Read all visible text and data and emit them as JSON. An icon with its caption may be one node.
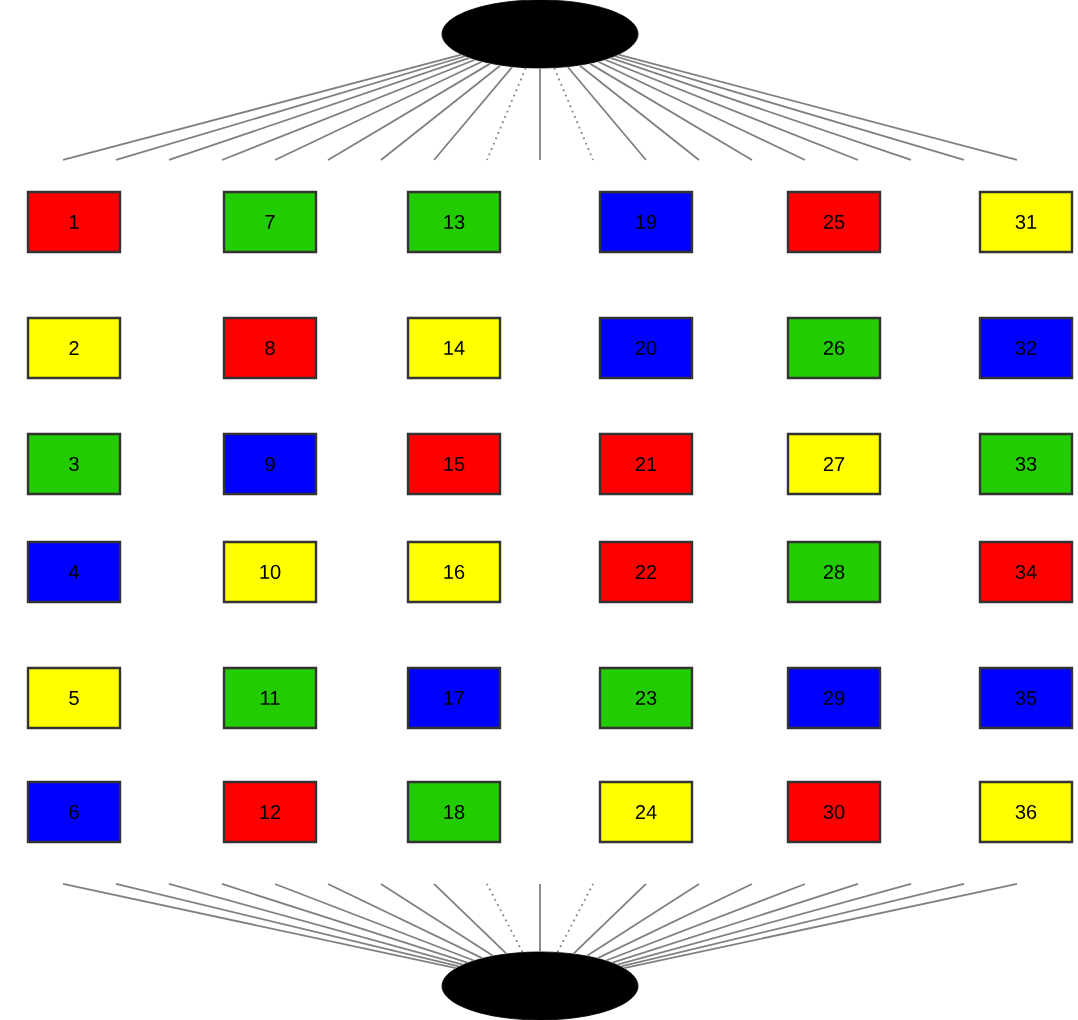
{
  "diagram": {
    "nodes": [
      {
        "text": [],
        "shape": "ellipse"
      },
      {
        "text": [
          "1"
        ]
      },
      {
        "text": [
          "2"
        ]
      },
      {
        "text": [
          "3"
        ]
      },
      {
        "text": [
          "4"
        ]
      },
      {
        "text": [
          "5"
        ]
      },
      {
        "text": [
          "6"
        ]
      },
      {
        "text": [
          "7"
        ]
      },
      {
        "text": [
          "8"
        ]
      },
      {
        "text": [
          "9"
        ]
      },
      {
        "text": [
          "10"
        ]
      },
      {
        "text": [
          "11"
        ]
      },
      {
        "text": [
          "12"
        ]
      },
      {
        "text": [
          "13"
        ]
      },
      {
        "text": [
          "14"
        ]
      },
      {
        "text": [
          "15"
        ]
      },
      {
        "text": [
          "16"
        ]
      },
      {
        "text": [
          "17"
        ]
      },
      {
        "text": [
          "18"
        ]
      },
      {
        "text": [
          "19"
        ]
      },
      {
        "text": [
          "20"
        ]
      },
      {
        "text": [
          "21"
        ]
      },
      {
        "text": [
          "22"
        ]
      },
      {
        "text": [
          "23"
        ]
      },
      {
        "text": [
          "24"
        ]
      },
      {
        "text": [
          "25"
        ]
      },
      {
        "text": [
          "26"
        ]
      },
      {
        "text": [
          "27"
        ]
      },
      {
        "text": [
          "28"
        ]
      },
      {
        "text": [
          "29"
        ]
      },
      {
        "text": [
          "30"
        ]
      },
      {
        "text": [
          "31"
        ]
      },
      {
        "text": [
          "32"
        ]
      },
      {
        "text": [
          "33"
        ]
      },
      {
        "text": [
          "34"
        ]
      },
      {
        "text": [
          "35"
        ]
      },
      {
        "text": [
          "36"
        ]
      },
      {
        "text": [],
        "shape": "ellipse"
      }
    ],
    "edges": [
      {
        "from": 0,
        "to": null,
        "arrow": "none"
      },
      {
        "from": 0,
        "to": null,
        "arrow": "none"
      },
      {
        "from": 0,
        "to": null,
        "arrow": "none"
      },
      {
        "from": 0,
        "to": null,
        "arrow": "none"
      },
      {
        "from": 0,
        "to": null,
        "arrow": "none"
      },
      {
        "from": 0,
        "to": null,
        "arrow": "none"
      },
      {
        "from": 0,
        "to": null,
        "arrow": "none"
      },
      {
        "from": 0,
        "to": null,
        "arrow": "none"
      },
      {
        "from": 0,
        "to": null,
        "arrow": "none",
        "style": "dashed"
      },
      {
        "from": 0,
        "to": null,
        "arrow": "none"
      },
      {
        "from": 0,
        "to": null,
        "arrow": "none",
        "style": "dashed"
      },
      {
        "from": 0,
        "to": null,
        "arrow": "none"
      },
      {
        "from": 0,
        "to": null,
        "arrow": "none"
      },
      {
        "from": 0,
        "to": null,
        "arrow": "none"
      },
      {
        "from": 0,
        "to": null,
        "arrow": "none"
      },
      {
        "from": 0,
        "to": null,
        "arrow": "none"
      },
      {
        "from": 0,
        "to": null,
        "arrow": "none"
      },
      {
        "from": 0,
        "to": null,
        "arrow": "none"
      },
      {
        "from": 0,
        "to": null,
        "arrow": "none"
      },
      {
        "from": 37,
        "to": null,
        "arrow": "none"
      },
      {
        "from": 37,
        "to": null,
        "arrow": "none"
      },
      {
        "from": 37,
        "to": null,
        "arrow": "none"
      },
      {
        "from": 37,
        "to": null,
        "arrow": "none"
      },
      {
        "from": 37,
        "to": null,
        "arrow": "none"
      },
      {
        "from": 37,
        "to": null,
        "arrow": "none"
      },
      {
        "from": 37,
        "to": null,
        "arrow": "none"
      },
      {
        "from": 37,
        "to": null,
        "arrow": "none"
      },
      {
        "from": 37,
        "to": null,
        "arrow": "none",
        "style": "dashed"
      },
      {
        "from": 37,
        "to": null,
        "arrow": "none"
      },
      {
        "from": 37,
        "to": null,
        "arrow": "none",
        "style": "dashed"
      },
      {
        "from": 37,
        "to": null,
        "arrow": "none"
      },
      {
        "from": 37,
        "to": null,
        "arrow": "none"
      },
      {
        "from": 37,
        "to": null,
        "arrow": "none"
      },
      {
        "from": 37,
        "to": null,
        "arrow": "none"
      },
      {
        "from": 37,
        "to": null,
        "arrow": "none"
      },
      {
        "from": 37,
        "to": null,
        "arrow": "none"
      },
      {
        "from": 37,
        "to": null,
        "arrow": "none"
      },
      {
        "from": 37,
        "to": null,
        "arrow": "none"
      }
    ]
  }
}
